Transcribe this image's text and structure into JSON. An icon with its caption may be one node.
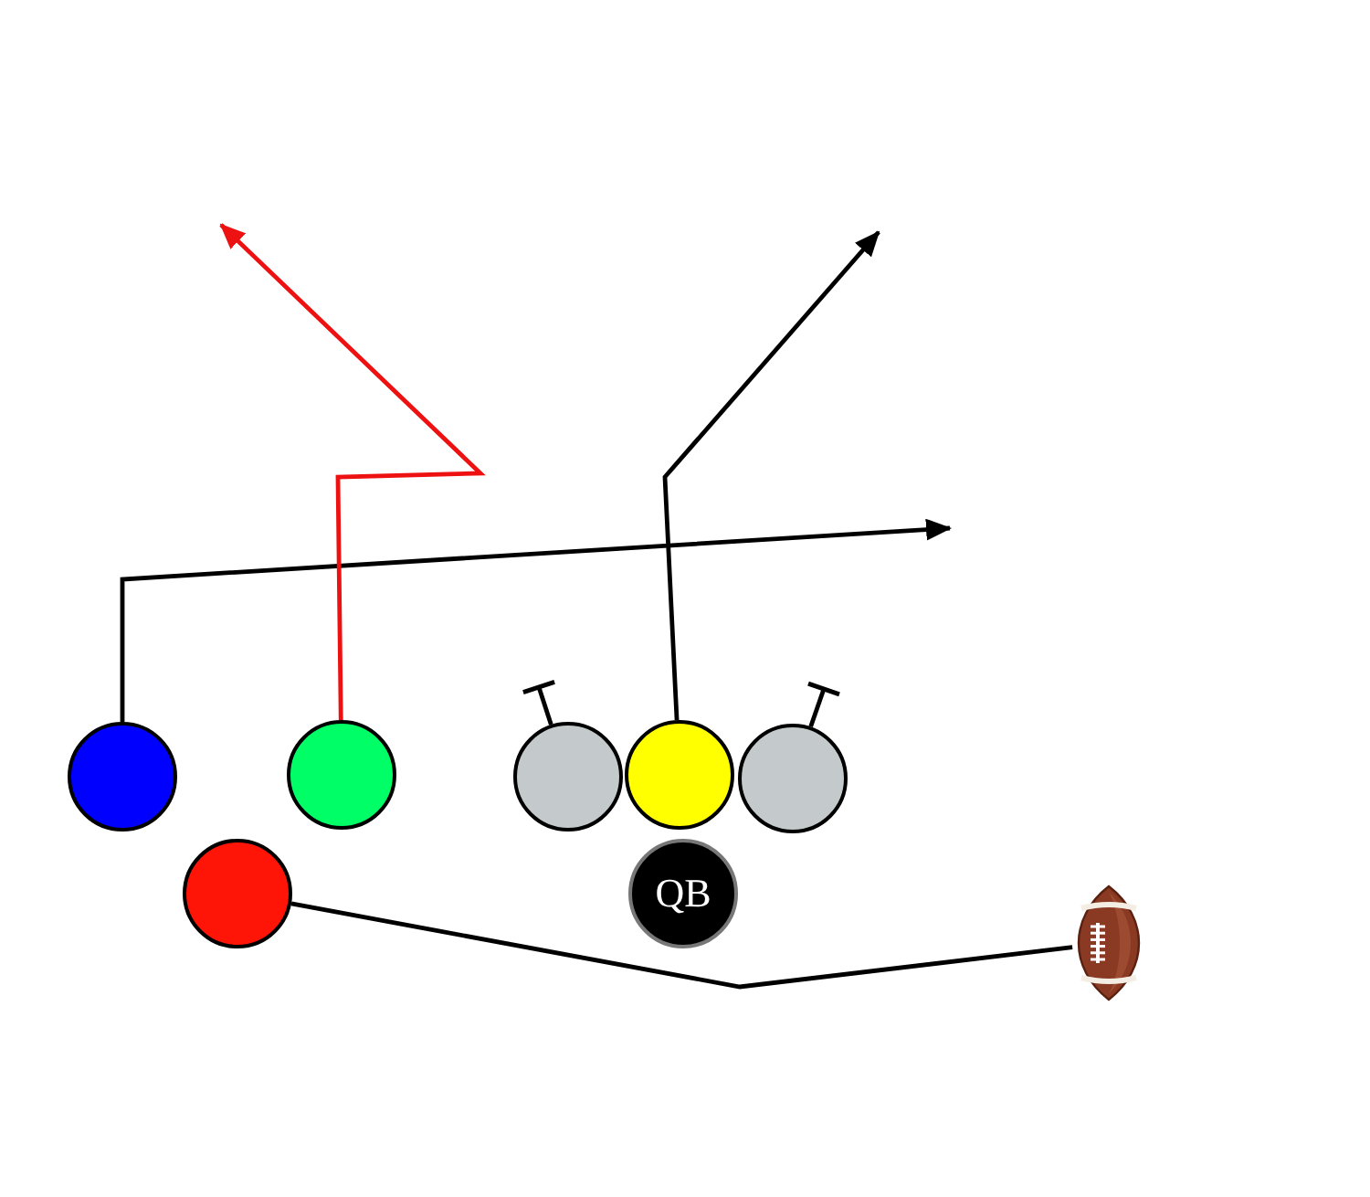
{
  "diagram": {
    "nodes": [
      {
        "text": [],
        "shape": "circle"
      },
      {
        "text": [],
        "shape": "circle"
      },
      {
        "text": [],
        "shape": "circle"
      },
      {
        "text": [],
        "shape": "circle"
      },
      {
        "text": [],
        "shape": "circle"
      },
      {
        "text": [],
        "shape": "circle"
      },
      {
        "text": [
          "QB"
        ]
      },
      {
        "text": [],
        "shape": "picture"
      }
    ],
    "edges": [
      {
        "from": 0,
        "to": null,
        "arrow": "to"
      },
      {
        "from": 1,
        "to": null,
        "arrow": "to",
        "color": "#ee1111"
      },
      {
        "from": 3,
        "to": null,
        "arrow": "to"
      },
      {
        "from": 2,
        "to": null,
        "arrow": "other"
      },
      {
        "from": 4,
        "to": null,
        "arrow": "other"
      },
      {
        "from": 5,
        "to": 7,
        "arrow": "none"
      }
    ]
  }
}
